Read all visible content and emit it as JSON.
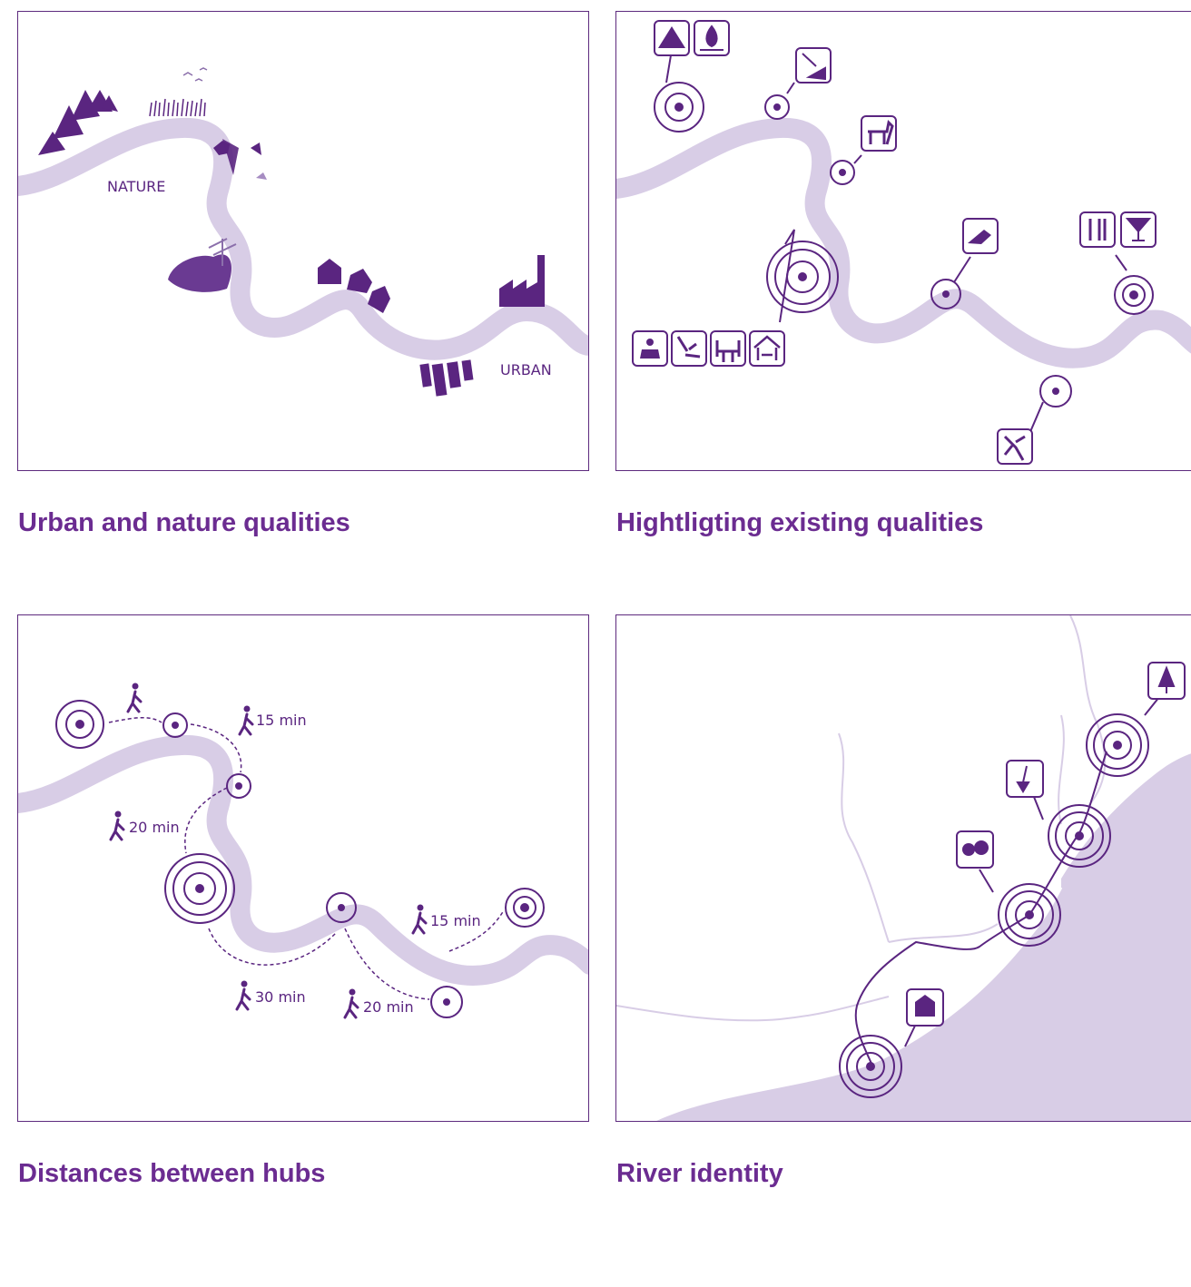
{
  "colors": {
    "purple": "#5a2580",
    "caption": "#6b2c91",
    "river": "#d8cde6",
    "border": "#5d2a7e"
  },
  "panels": [
    {
      "caption": "Urban and nature qualities",
      "labels": {
        "nature": "NATURE",
        "urban": "URBAN"
      }
    },
    {
      "caption": "Hightligting existing qualities",
      "icons": [
        "tent-icon",
        "campfire-icon",
        "fishing-icon",
        "deer-icon",
        "sunbathing-icon",
        "cutlery-icon",
        "cocktail-icon",
        "reading-icon",
        "swing-icon",
        "cafe-table-icon",
        "picnic-shelter-icon",
        "dancing-icon"
      ]
    },
    {
      "caption": "Distances between hubs",
      "walk_times": [
        "15 min",
        "20 min",
        "15 min",
        "30 min",
        "20 min"
      ]
    },
    {
      "caption": "River identity",
      "icons": [
        "tree-icon",
        "shovel-icon",
        "fireworks-icon",
        "house-icon"
      ]
    }
  ]
}
